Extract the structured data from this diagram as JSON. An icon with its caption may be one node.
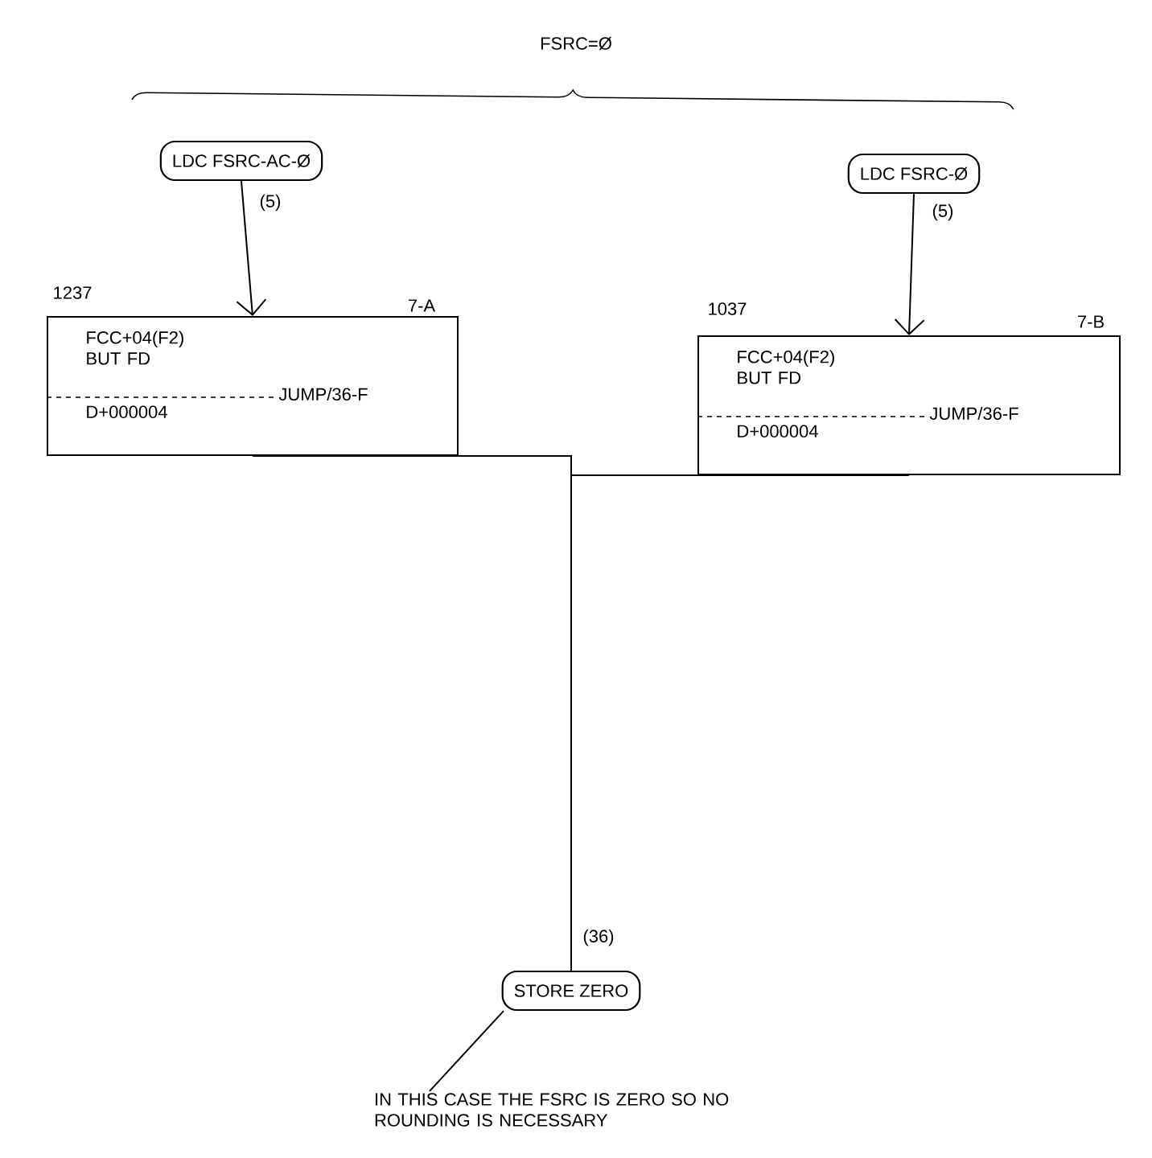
{
  "diagram": {
    "nodes": [
      {
        "text": [
          "LDC FSRC-AC-Ø"
        ]
      },
      {
        "text": [
          "LDC FSRC-Ø"
        ]
      },
      {
        "text": [
          "FCC+04(F2) BUT FD",
          "JUMP/36-F",
          "D+000004"
        ],
        "beside": [
          "1237",
          "7-A"
        ]
      },
      {
        "text": [
          "FCC+04(F2) BUT FD",
          "JUMP/36-F",
          "D+000004"
        ],
        "beside": [
          "1037",
          "7-B"
        ]
      },
      {
        "text": [
          "STORE ZERO"
        ]
      },
      {
        "text": [
          "IN THIS CASE THE FSRC IS ZERO SO NO ROUNDING IS NECESSARY"
        ]
      }
    ],
    "edges": [
      {
        "from": 0,
        "to": 2,
        "arrow": "to",
        "label": "(5)"
      },
      {
        "from": 1,
        "to": 3,
        "arrow": "to",
        "label": "(5)"
      },
      {
        "from": 2,
        "to": 4,
        "arrow": "none",
        "label": "(36)"
      },
      {
        "from": 3,
        "to": 4,
        "arrow": "none"
      },
      {
        "from": 5,
        "to": 4,
        "arrow": "none"
      }
    ],
    "labels": [
      "FSRC=Ø"
    ]
  }
}
